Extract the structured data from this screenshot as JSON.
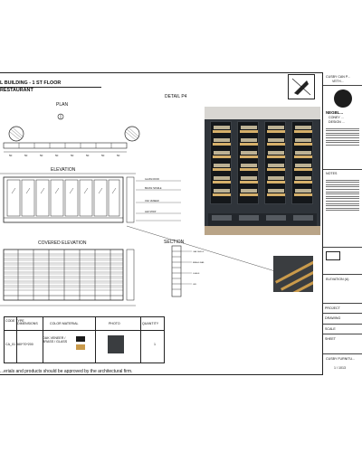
{
  "header": {
    "building_line": "L BUILDING - 1 ST FLOOR",
    "restaurant_line": "RESTAURANT",
    "detail_label": "DETAIL P4"
  },
  "views": {
    "plan": "PLAN",
    "elevation": "ELEVATION",
    "covered_elevation": "COVERED ELEVATION",
    "section": "SECTION"
  },
  "title_block": {
    "client_line1": "CUSBY CAN P...",
    "client_line2": "VETH...",
    "firm_name": "NEGBL...",
    "firm_line2": "CONEY ...",
    "firm_line3": "DESIGN ...",
    "notes_label": "NOTES",
    "elevation_label": "ELEVATION (A)",
    "project_label": "PROJECT",
    "drawing_label": "DRAWING",
    "scale_label": "SCALE",
    "sheet_label": "SHEET",
    "bottom_label": "CUSBY FURNITU...",
    "number": "1 / 1013"
  },
  "schedule": {
    "headers": [
      "CODE TYPE",
      "DIMENSIONS",
      "COLOR MATERIAL",
      "PHOTO",
      "QUANTITY"
    ],
    "row": {
      "code": "CA_01",
      "dimensions": "380*70*200",
      "color_material": "OAK VENEER / BRASS / GLASS",
      "quantity": "1"
    }
  },
  "footer_note": "...erials and products should be approved by the architectural firm.",
  "colors": {
    "line": "#222222",
    "cabinet_dark": "#2f343a",
    "brass": "#c99a4b"
  }
}
